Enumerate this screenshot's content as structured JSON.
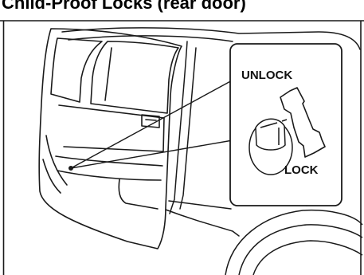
{
  "title": "Child-Proof Locks (rear door)",
  "callout": {
    "unlock_label": "UNLOCK",
    "lock_label": "LOCK"
  },
  "colors": {
    "line": "#1a1a1a",
    "background": "#ffffff",
    "arrow_fill": "#ffffff"
  },
  "icons": {
    "direction_arrow": "double-headed-arrow-icon",
    "lock_knob": "child-lock-knob-icon"
  }
}
